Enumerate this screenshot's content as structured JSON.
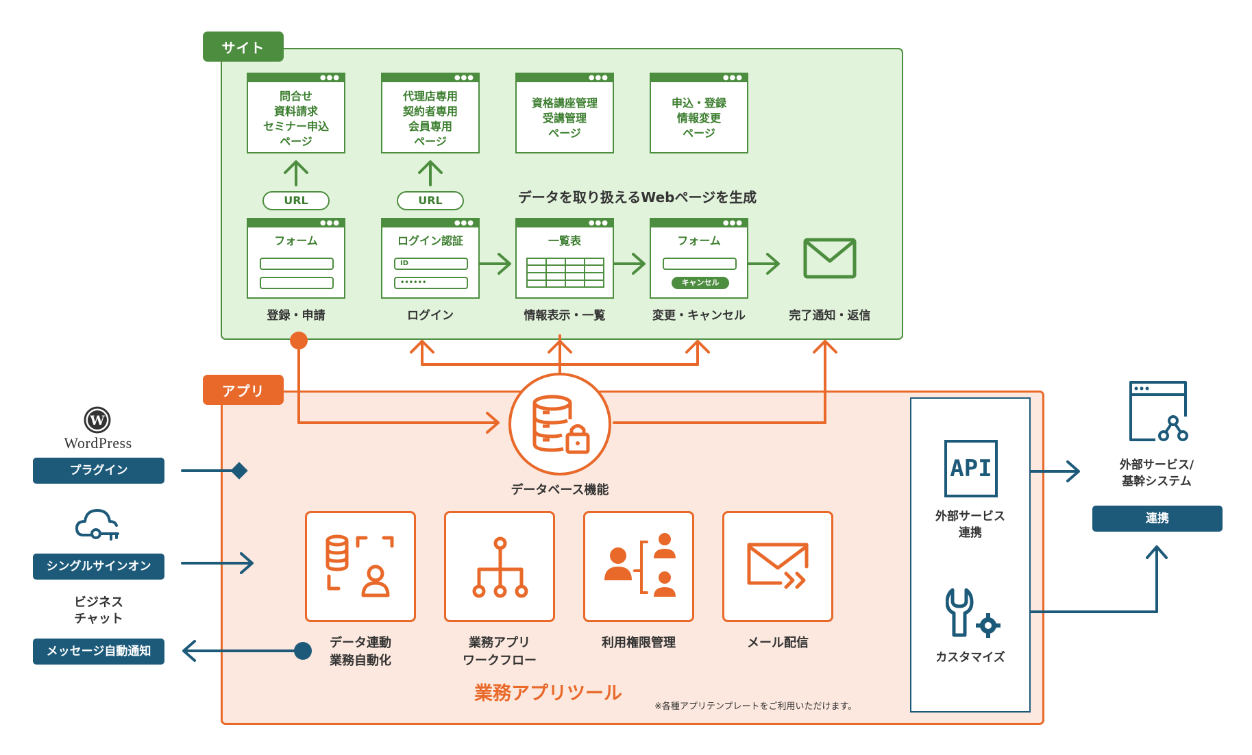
{
  "colors": {
    "site_green": "#4d8d3f",
    "site_bg": "#e2f3dc",
    "app_orange": "#e8692a",
    "app_bg": "#fce8de",
    "navy": "#1d5a7a"
  },
  "site": {
    "tag": "サイト",
    "center_text": "データを取り扱えるWebページを生成",
    "pages": [
      {
        "text": "問合せ\n資料請求\nセミナー申込\nページ"
      },
      {
        "text": "代理店専用\n契約者専用\n会員専用\nページ"
      },
      {
        "text": "資格講座管理\n受講管理\nページ"
      },
      {
        "text": "申込・登録\n情報変更\nページ"
      }
    ],
    "url_label": "URL",
    "forms": [
      {
        "title": "フォーム",
        "caption": "登録・申請"
      },
      {
        "title": "ログイン認証",
        "id_placeholder": "ID",
        "password_mask": "••••••",
        "caption": "ログイン"
      },
      {
        "title": "一覧表",
        "caption": "情報表示・一覧"
      },
      {
        "title": "フォーム",
        "cancel_label": "キャンセル",
        "caption": "変更・キャンセル"
      }
    ],
    "mail_caption": "完了通知・返信"
  },
  "app": {
    "tag": "アプリ",
    "database_label": "データベース機能",
    "tools": [
      {
        "icon": "data-link-icon",
        "label": "データ連動\n業務自動化"
      },
      {
        "icon": "workflow-icon",
        "label": "業務アプリ\nワークフロー"
      },
      {
        "icon": "permission-icon",
        "label": "利用権限管理"
      },
      {
        "icon": "mail-send-icon",
        "label": "メール配信"
      }
    ],
    "tools_title": "業務アプリツール",
    "template_note": "※各種アプリテンプレートをご利用いただけます。",
    "api_text": "API",
    "api_label": "外部サービス\n連携",
    "customize_label": "カスタマイズ"
  },
  "left": {
    "wordpress_logo": "WordPress",
    "plugin_label": "プラグイン",
    "sso_label": "シングルサインオン",
    "chat_label": "ビジネス\nチャット",
    "notify_label": "メッセージ自動通知"
  },
  "right": {
    "external_label": "外部サービス/\n基幹システム",
    "link_label": "連携"
  }
}
